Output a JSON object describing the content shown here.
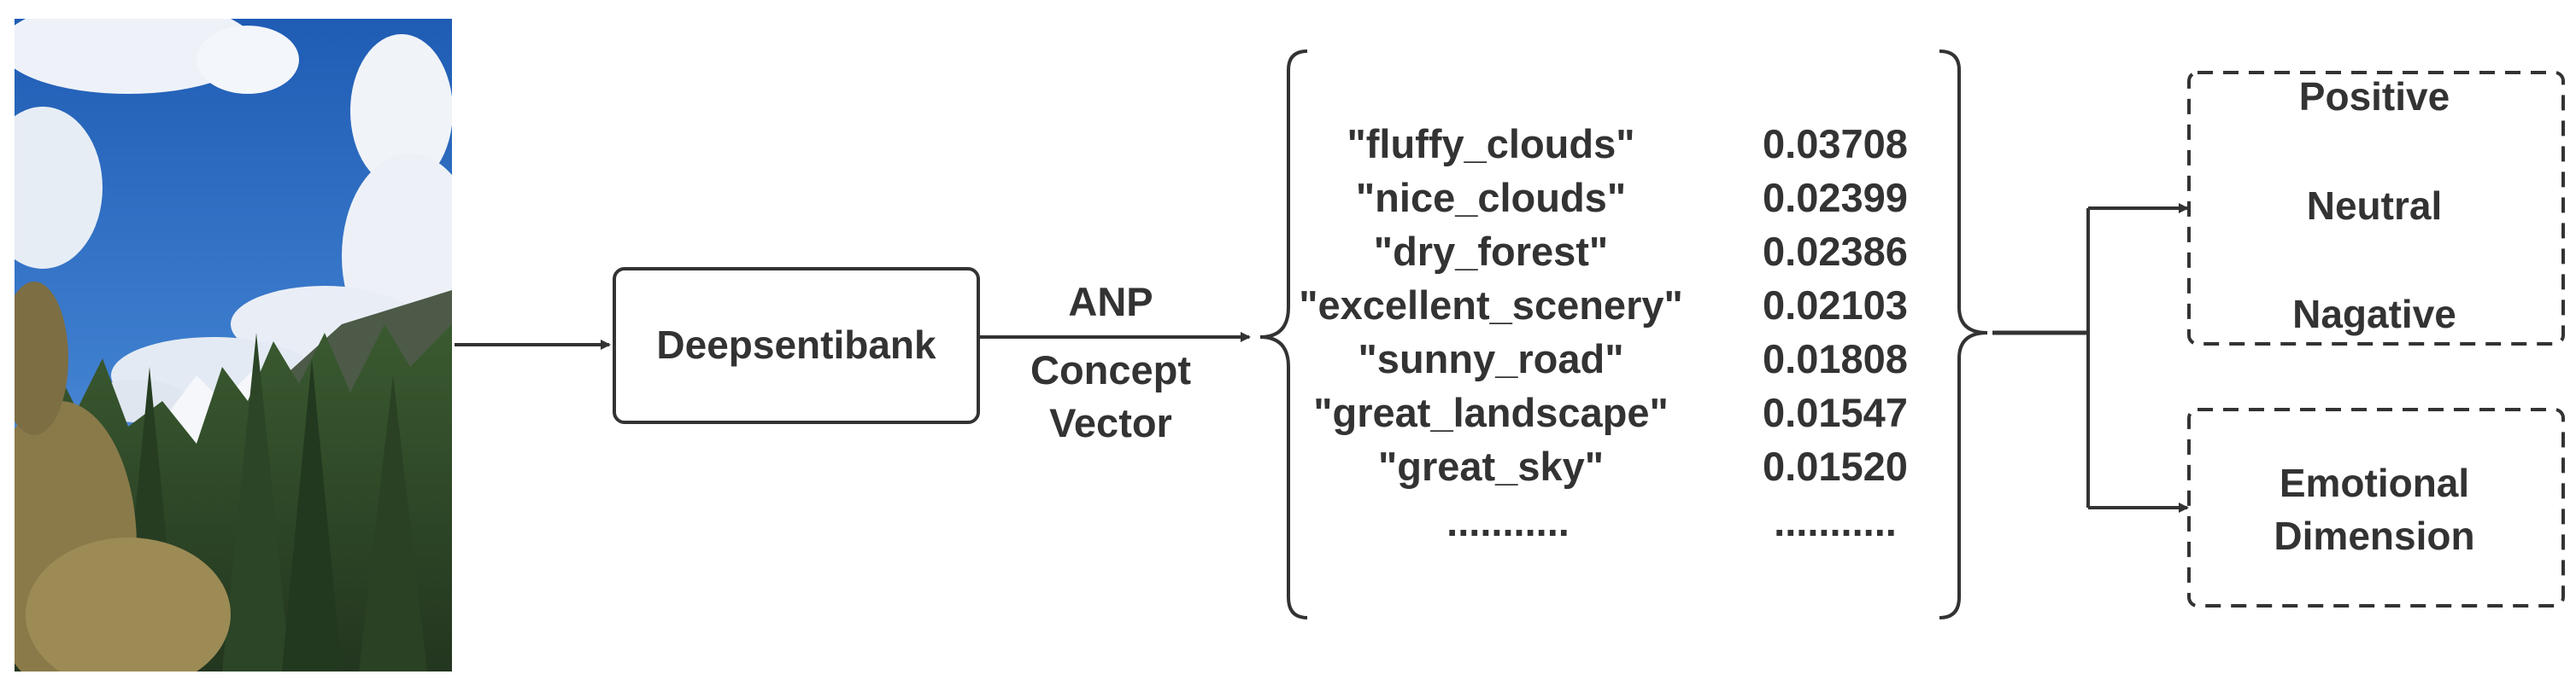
{
  "input_image": {
    "description_icon": "mountain-landscape-photo"
  },
  "model_box": {
    "label": "Deepsentibank"
  },
  "edge_label": {
    "line1": "ANP",
    "line2": "Concept",
    "line3": "Vector"
  },
  "anp_list": {
    "items": [
      {
        "term": "\"fluffy_clouds\"",
        "score": "0.03708"
      },
      {
        "term": "\"nice_clouds\"",
        "score": "0.02399"
      },
      {
        "term": "\"dry_forest\"",
        "score": "0.02386"
      },
      {
        "term": "\"excellent_scenery\"",
        "score": "0.02103"
      },
      {
        "term": "\"sunny_road\"",
        "score": "0.01808"
      },
      {
        "term": "\"great_landscape\"",
        "score": "0.01547"
      },
      {
        "term": "\"great_sky\"",
        "score": "0.01520"
      }
    ],
    "ellipsis_term": "...........",
    "ellipsis_score": "..........."
  },
  "sentiment_box": {
    "positive": "Positive",
    "neutral": "Neutral",
    "negative": "Nagative"
  },
  "emotion_box": {
    "line1": "Emotional",
    "line2": "Dimension"
  },
  "colors": {
    "stroke": "#333333",
    "sky": "#2d64b3",
    "forest": "#2f4a2a"
  }
}
